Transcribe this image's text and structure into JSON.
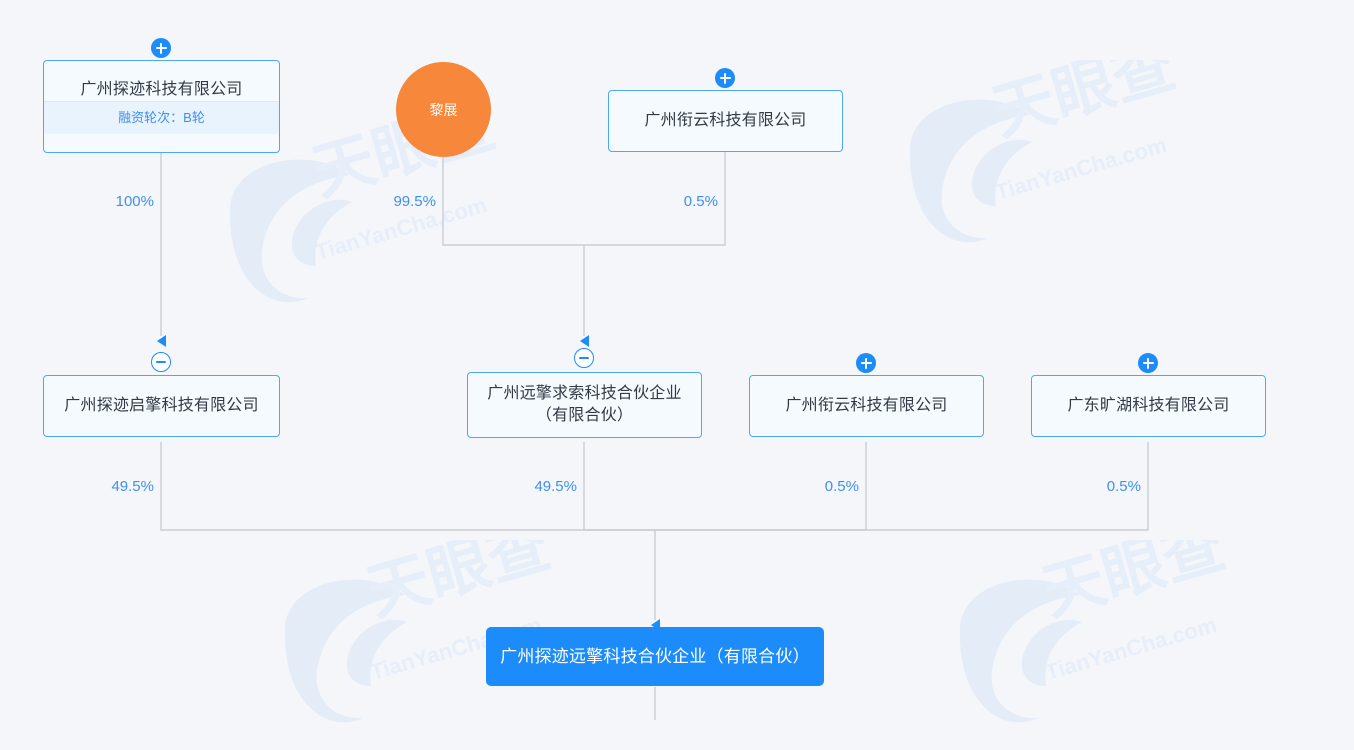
{
  "theme": {
    "background": "#f5f6fa",
    "node_border": "#4ca7f8",
    "node_fill": "#f5faff",
    "node_meta_fill": "#e8f3fd",
    "accent_blue": "#1c8cfb",
    "label_blue": "#3d90f0",
    "person_orange": "#f7873a",
    "edge_gray": "#c9cdd4",
    "title_text": "#333a45"
  },
  "watermark": {
    "text_cn": "天眼查",
    "text_en": "TianYanCha.com"
  },
  "nodes": {
    "tanji_tech": {
      "title": "广州探迹科技有限公司",
      "meta": "融资轮次：B轮",
      "badge": "plus"
    },
    "li_zhan": {
      "title": "黎展",
      "type": "person"
    },
    "xianyun_top": {
      "title": "广州衔云科技有限公司",
      "badge": "plus"
    },
    "tanji_qiqing": {
      "title": "广州探迹启擎科技有限公司",
      "badge": "minus"
    },
    "yuanqing_qiusuo": {
      "title": "广州远擎求索科技合伙企业\n（有限合伙）",
      "badge": "minus"
    },
    "xianyun_mid": {
      "title": "广州衔云科技有限公司",
      "badge": "plus"
    },
    "kuanghu": {
      "title": "广东旷湖科技有限公司",
      "badge": "plus"
    },
    "target": {
      "title": "广州探迹远擎科技合伙企业（有限合伙）"
    }
  },
  "edges": [
    {
      "id": "e1",
      "from": "tanji_tech",
      "to": "tanji_qiqing",
      "percent": "100%"
    },
    {
      "id": "e2",
      "from": "li_zhan",
      "to": "yuanqing_qiusuo",
      "percent": "99.5%"
    },
    {
      "id": "e3",
      "from": "xianyun_top",
      "to": "yuanqing_qiusuo",
      "percent": "0.5%"
    },
    {
      "id": "e4",
      "from": "tanji_qiqing",
      "to": "target",
      "percent": "49.5%"
    },
    {
      "id": "e5",
      "from": "yuanqing_qiusuo",
      "to": "target",
      "percent": "49.5%"
    },
    {
      "id": "e6",
      "from": "xianyun_mid",
      "to": "target",
      "percent": "0.5%"
    },
    {
      "id": "e7",
      "from": "kuanghu",
      "to": "target",
      "percent": "0.5%"
    }
  ]
}
